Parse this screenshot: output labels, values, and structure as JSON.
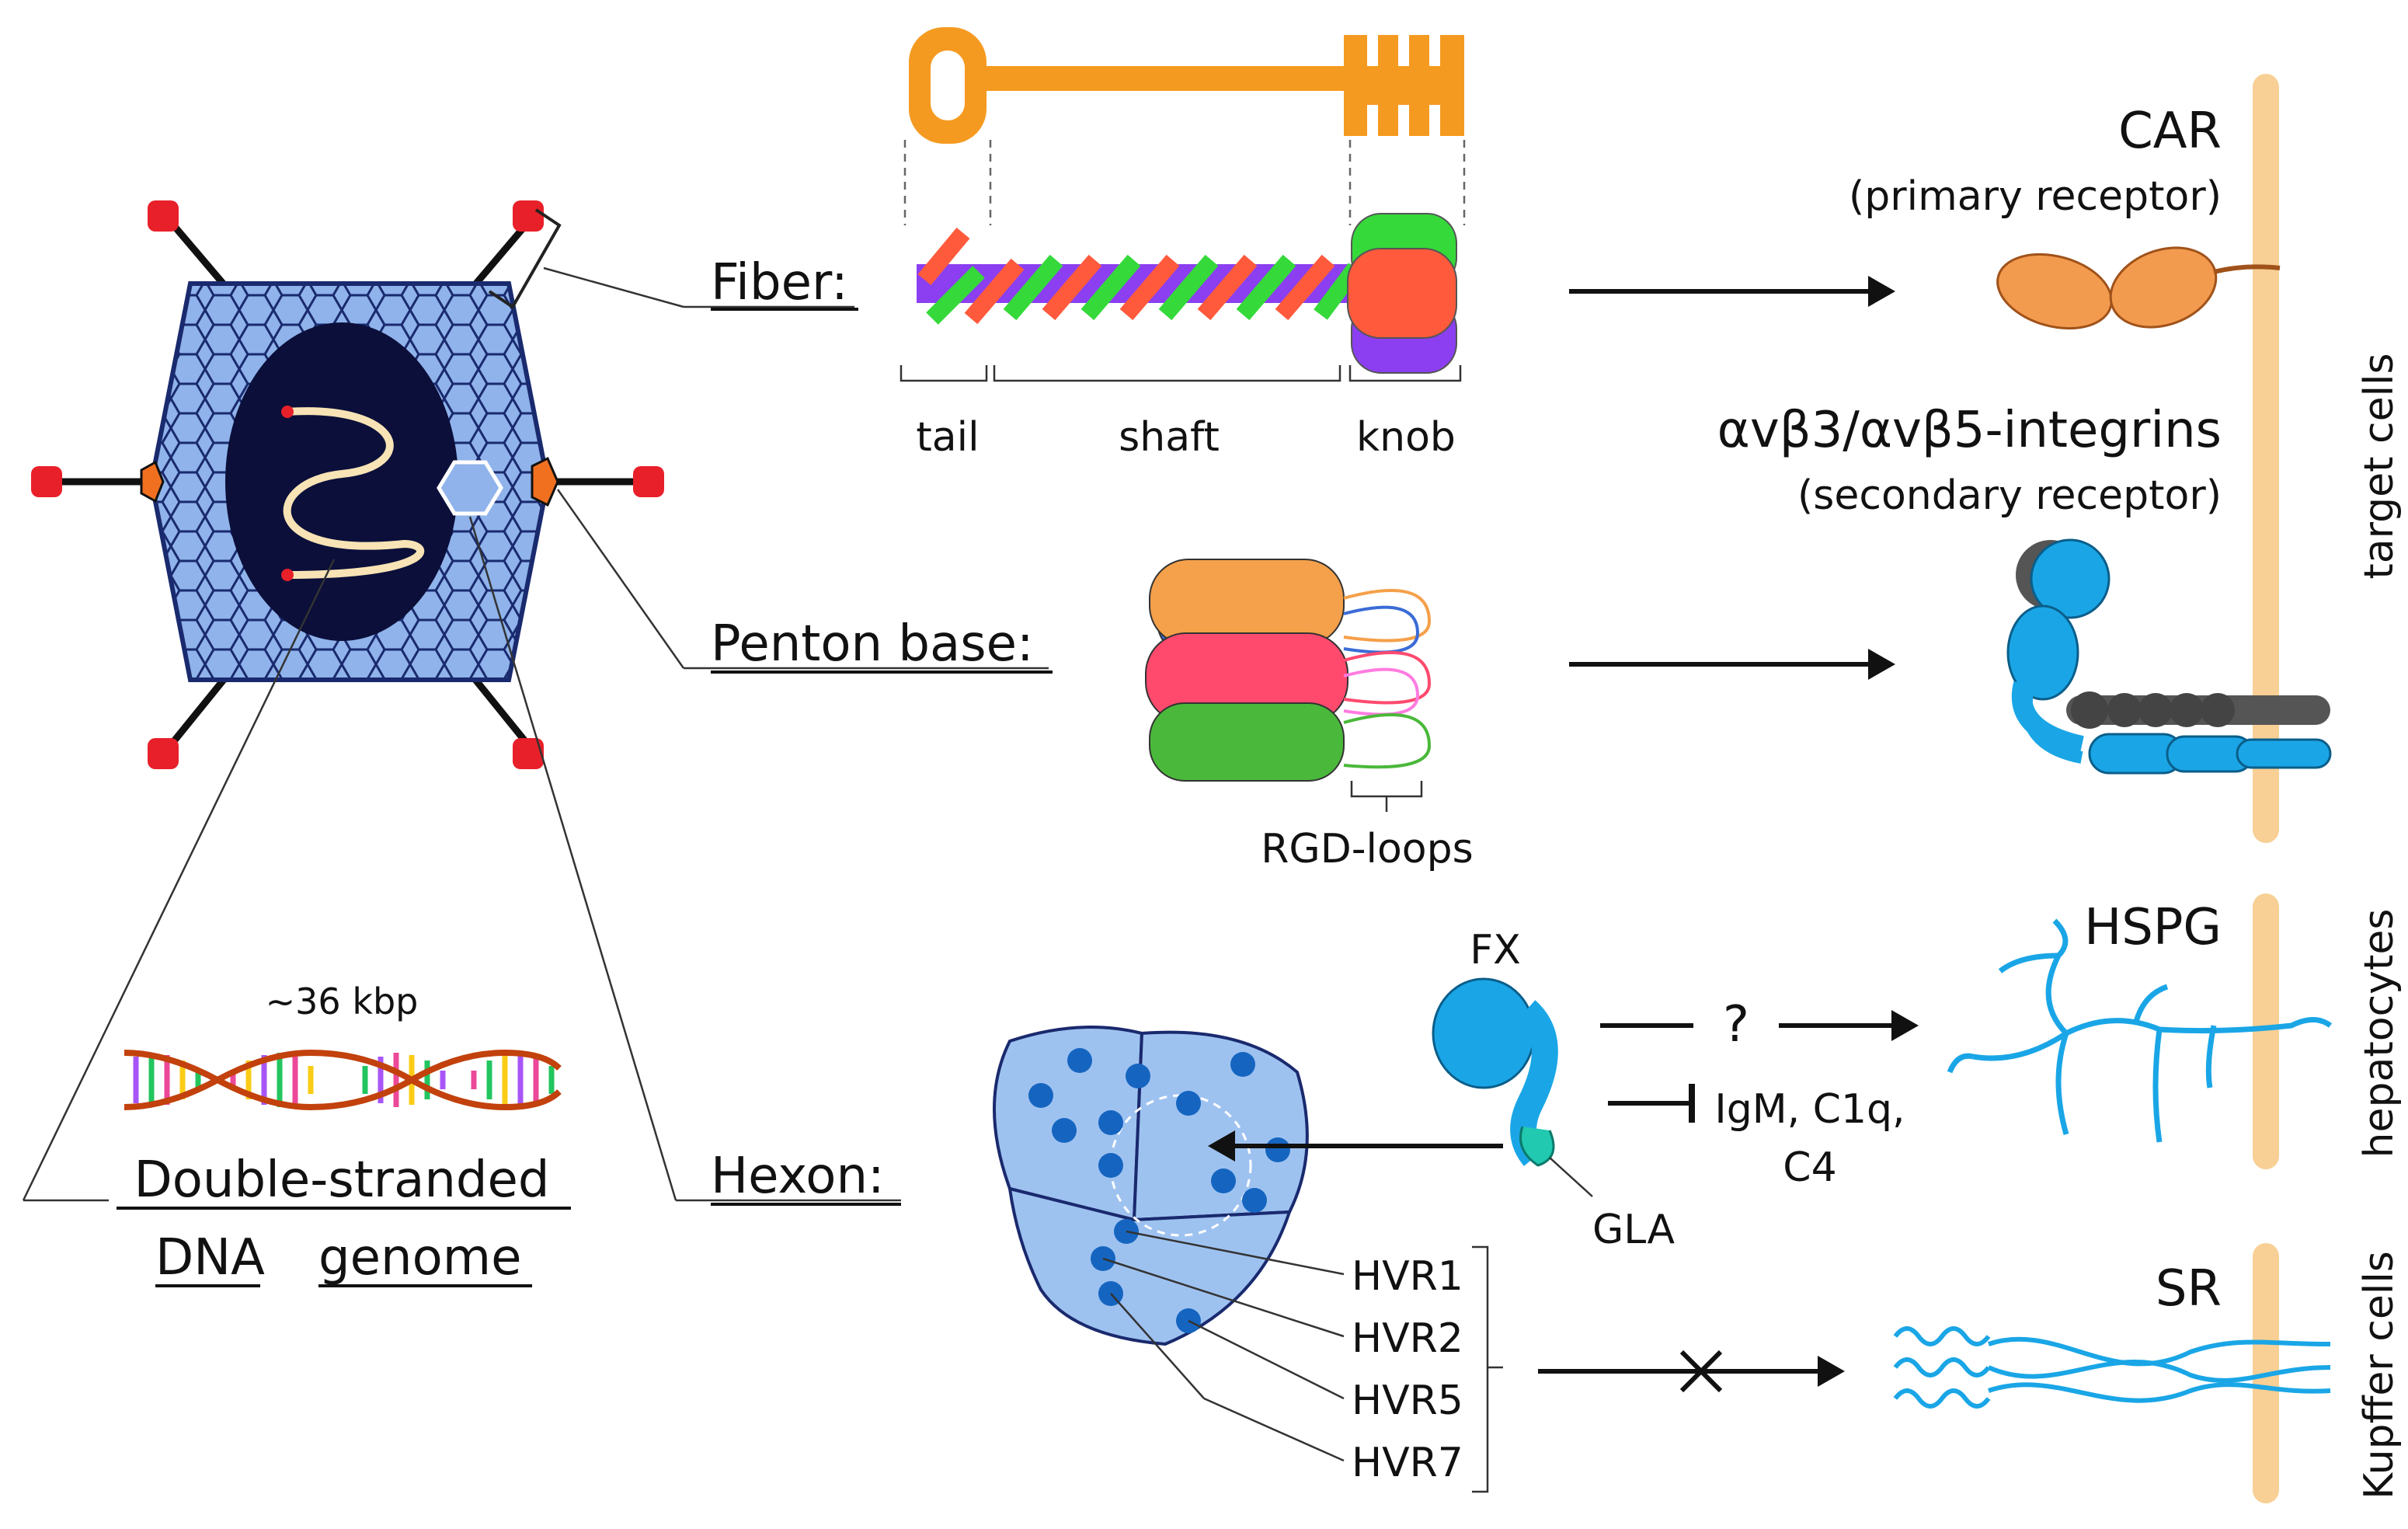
{
  "labels": {
    "fiber": "Fiber:",
    "penton_base": "Penton base:",
    "hexon": "Hexon:",
    "genome_size": "~36 kbp",
    "genome_line1": "Double-stranded",
    "genome_line2a": "DNA",
    "genome_line2b": "genome",
    "tail": "tail",
    "shaft": "shaft",
    "knob": "knob",
    "rgd_loops": "RGD-loops",
    "fx": "FX",
    "gla": "GLA",
    "question": "?",
    "blocked": "IgM, C1q,",
    "blocked2": "C4",
    "hvr1": "HVR1",
    "hvr2": "HVR2",
    "hvr5": "HVR5",
    "hvr7": "HVR7"
  },
  "receptors": {
    "car": "CAR",
    "car_sub": "(primary receptor)",
    "integrins": "αvβ3/αvβ5-integrins",
    "integrins_sub": "(secondary receptor)",
    "hspg": "HSPG",
    "sr": "SR"
  },
  "cells": {
    "target": "target cells",
    "hepatocytes": "hepatocytes",
    "kupffer": "Kupffer cells"
  },
  "colors": {
    "capsid": "#8fb3ea",
    "capsid_dark": "#1a2a6e",
    "core": "#0b0f3a",
    "fiber_tip": "#e8202a",
    "vertex": "#f07020",
    "key": "#f59a20",
    "membrane": "#f8cf94",
    "car": "#f29a4e",
    "integrin_blue": "#1aa6e6",
    "integrin_gray": "#666666",
    "hexon": "#9ec2f0",
    "hexon_dot": "#1565c0",
    "fx": "#1aa6e6",
    "gla": "#20c9b0"
  }
}
